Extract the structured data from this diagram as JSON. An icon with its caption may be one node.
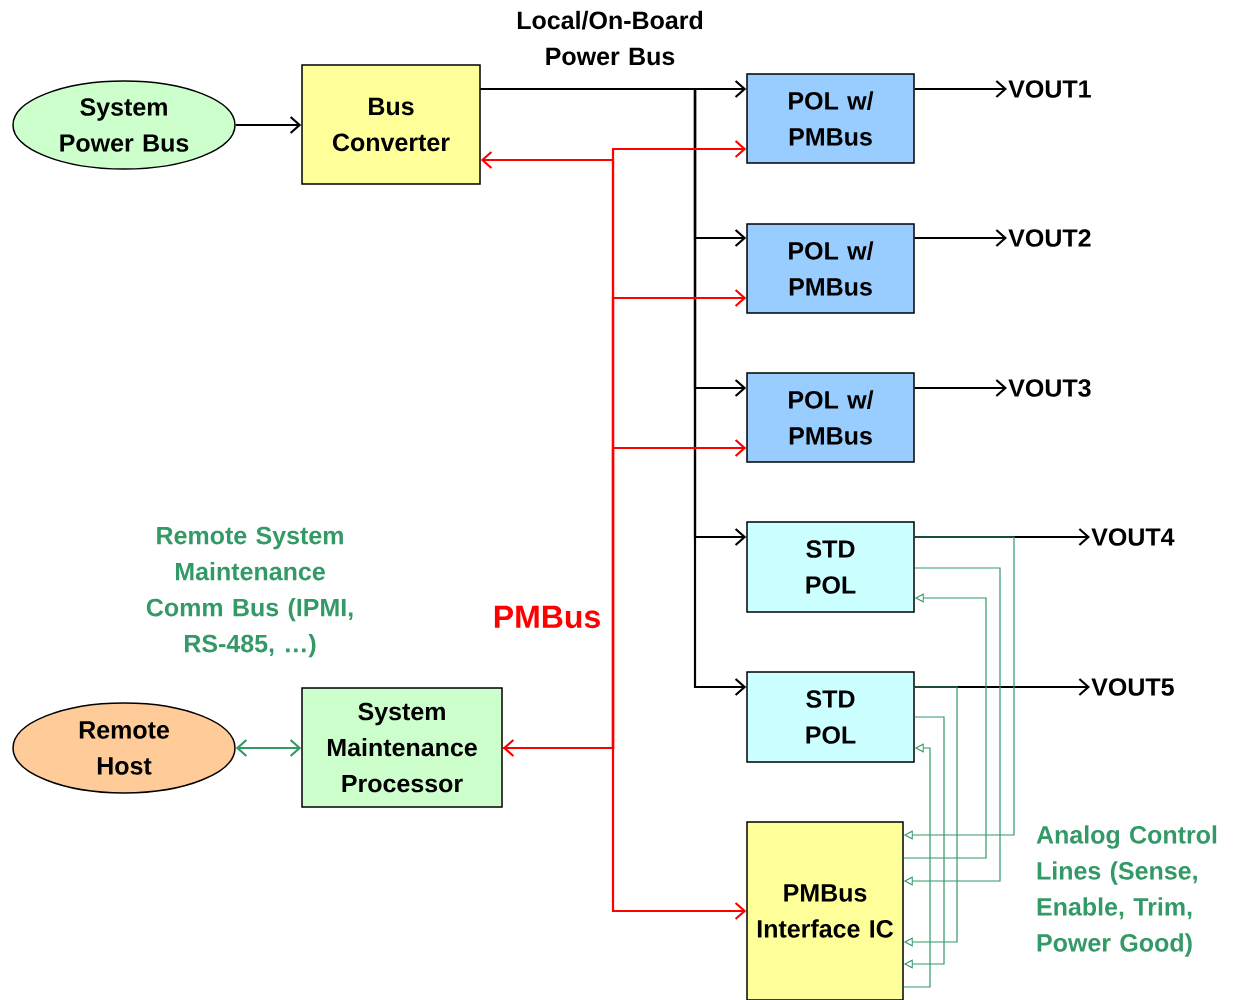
{
  "diagram": {
    "nodes": [
      {
        "text": [
          "System Power Bus"
        ]
      },
      {
        "text": [
          "Bus Converter"
        ]
      },
      {
        "text": [
          "POL w/ PMBus"
        ]
      },
      {
        "text": [
          "POL w/ PMBus"
        ]
      },
      {
        "text": [
          "POL w/ PMBus"
        ]
      },
      {
        "text": [
          "STD POL"
        ]
      },
      {
        "text": [
          "STD POL"
        ]
      },
      {
        "text": [
          "Remote Host"
        ]
      },
      {
        "text": [
          "System Maintenance Processor"
        ]
      },
      {
        "text": [
          "PMBus Interface IC"
        ]
      },
      {
        "text": [
          "VOUT1"
        ]
      },
      {
        "text": [
          "VOUT2"
        ]
      },
      {
        "text": [
          "VOUT3"
        ]
      },
      {
        "text": [
          "VOUT4"
        ]
      },
      {
        "text": [
          "VOUT5"
        ]
      }
    ],
    "edges": [
      {
        "from": 0,
        "to": 1,
        "arrow": "to"
      },
      {
        "from": 1,
        "to": 2,
        "arrow": "to"
      },
      {
        "from": 1,
        "to": 3,
        "arrow": "to"
      },
      {
        "from": 1,
        "to": 4,
        "arrow": "to"
      },
      {
        "from": 1,
        "to": 5,
        "arrow": "to"
      },
      {
        "from": 1,
        "to": 6,
        "arrow": "to"
      },
      {
        "from": 2,
        "to": 10,
        "arrow": "to"
      },
      {
        "from": 3,
        "to": 11,
        "arrow": "to"
      },
      {
        "from": 4,
        "to": 12,
        "arrow": "to"
      },
      {
        "from": 5,
        "to": 13,
        "arrow": "to"
      },
      {
        "from": 6,
        "to": 14,
        "arrow": "to"
      },
      {
        "from": 7,
        "to": 8,
        "arrow": "both",
        "color": "#339966"
      },
      {
        "from": 8,
        "to": 1,
        "arrow": "to",
        "color": "#ff0000"
      },
      {
        "from": 8,
        "to": 2,
        "arrow": "to",
        "color": "#ff0000"
      },
      {
        "from": 8,
        "to": 3,
        "arrow": "to",
        "color": "#ff0000"
      },
      {
        "from": 8,
        "to": 4,
        "arrow": "to",
        "color": "#ff0000"
      },
      {
        "from": 8,
        "to": 9,
        "arrow": "both",
        "color": "#ff0000"
      },
      {
        "from": 5,
        "to": 9,
        "arrow": "to",
        "color": "#339966"
      },
      {
        "from": 5,
        "to": 9,
        "arrow": "to",
        "color": "#339966"
      },
      {
        "from": 9,
        "to": 5,
        "arrow": "to",
        "color": "#339966"
      },
      {
        "from": 6,
        "to": 9,
        "arrow": "to",
        "color": "#339966"
      },
      {
        "from": 6,
        "to": 9,
        "arrow": "to",
        "color": "#339966"
      },
      {
        "from": 9,
        "to": 6,
        "arrow": "to",
        "color": "#339966"
      }
    ],
    "labels": [
      "Local/On-Board Power Bus",
      "PMBus",
      "Remote System Maintenance Comm Bus (IPMI, RS-485, …)",
      "Analog Control Lines (Sense, Enable, Trim, Power Good)"
    ]
  }
}
